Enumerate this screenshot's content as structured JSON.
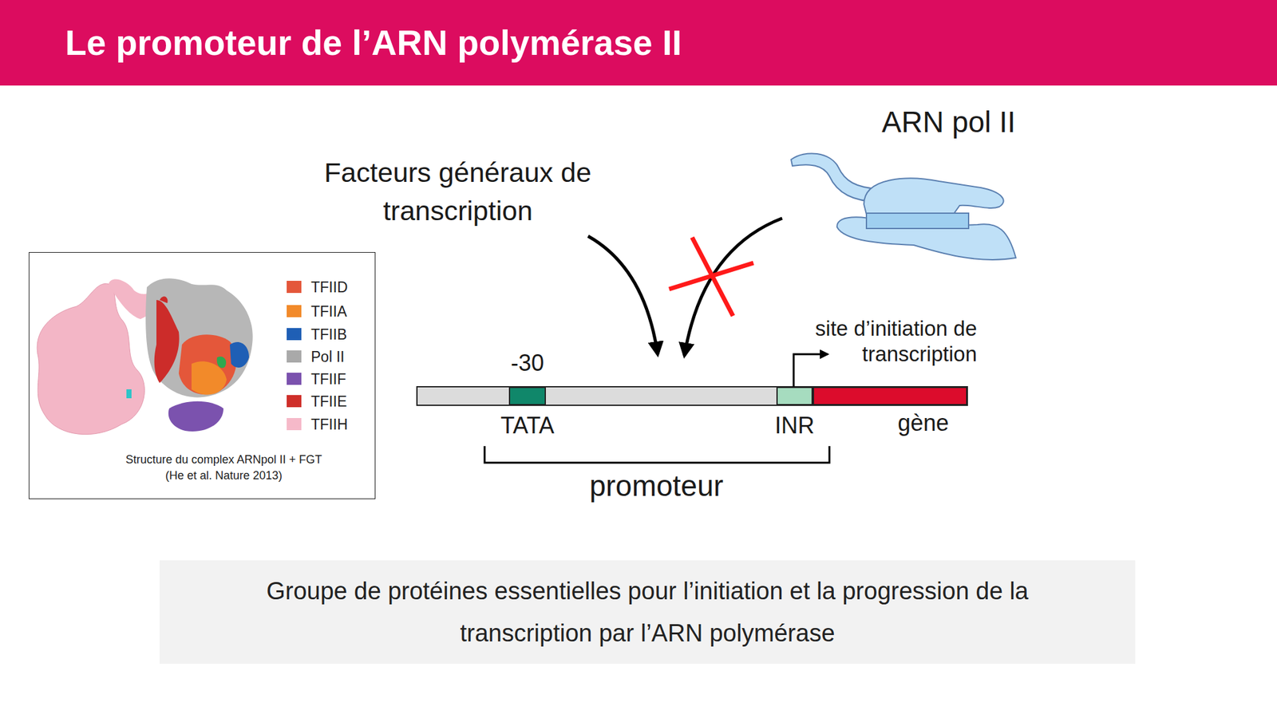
{
  "diagram": {
    "title": "Le promoteur de l’ARN polymérase II",
    "nodes": [
      {
        "text": [
          "Structure du complex ARNpol II + FGT (He et al. Nature 2013)"
        ]
      },
      {
        "text": [
          "ARN pol II"
        ]
      },
      {
        "text": [
          "-30",
          "TATA"
        ]
      },
      {
        "text": [
          "INR"
        ]
      },
      {
        "text": [
          "gène"
        ]
      },
      {
        "text": [
          "Groupe de protéines essentielles pour l’initiation et la progression de la transcription par l’ARN polymérase"
        ]
      }
    ],
    "labels": [
      "Facteurs généraux de transcription",
      "site d’initiation de transcription",
      "promoteur"
    ],
    "legend": [
      {
        "text": "TFIID",
        "color": "#e4573a"
      },
      {
        "text": "TFIIA",
        "color": "#f28a2a"
      },
      {
        "text": "TFIIB",
        "color": "#1f5fb5"
      },
      {
        "text": "Pol II",
        "color": "#a9a9a9"
      },
      {
        "text": "TFIIF",
        "color": "#7b52ae"
      },
      {
        "text": "TFIIE",
        "color": "#cf2f2a"
      },
      {
        "text": "TFIIH",
        "color": "#f6b9c9"
      }
    ]
  }
}
